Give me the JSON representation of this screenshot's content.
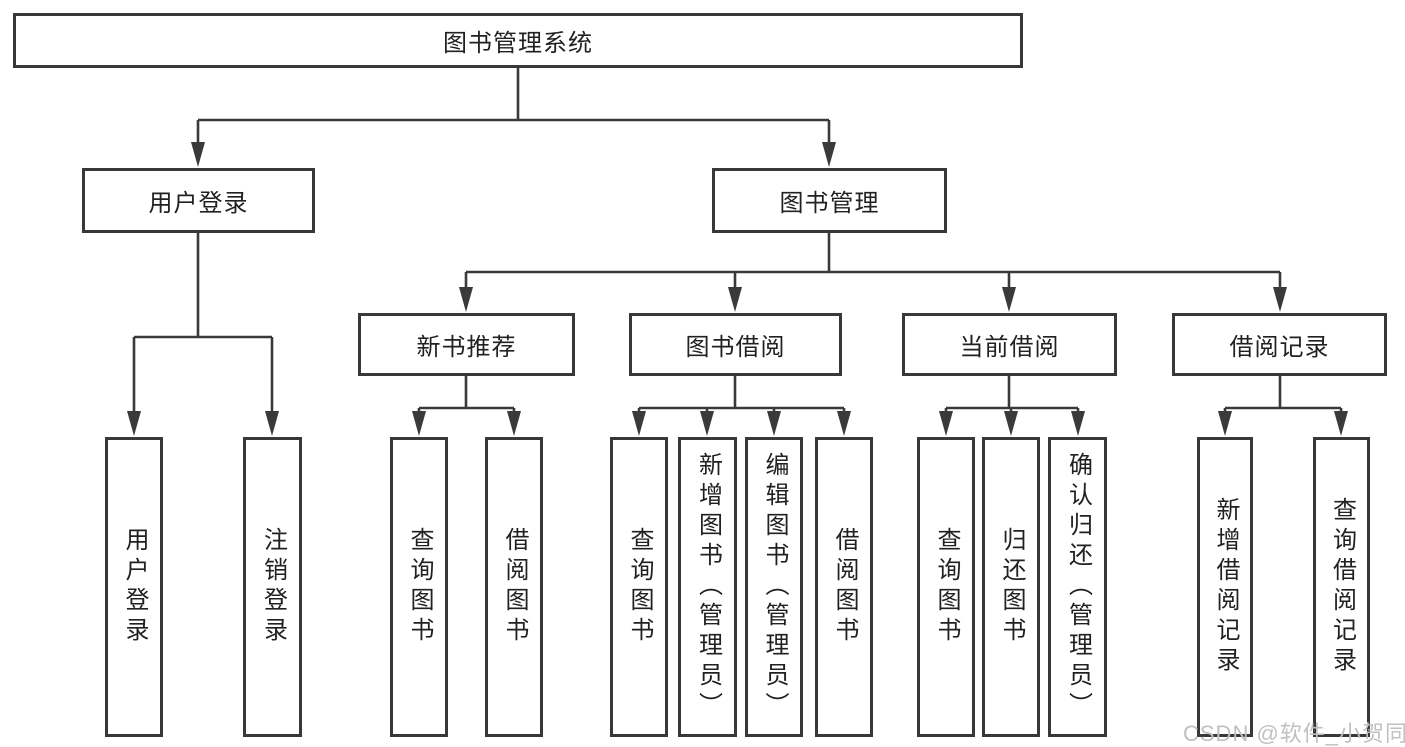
{
  "diagram": {
    "watermark": "CSDN @软件_小贺同学",
    "colors": {
      "line": "#3a3a3a",
      "border": "#383838",
      "text": "#212121",
      "watermark": "#c0c0c0",
      "background": "#ffffff"
    },
    "nodes": {
      "root": {
        "label": "图书管理系统"
      },
      "user_login": {
        "label": "用户登录"
      },
      "book_mgmt": {
        "label": "图书管理"
      },
      "new_books": {
        "label": "新书推荐"
      },
      "book_borrow": {
        "label": "图书借阅"
      },
      "current_borrow": {
        "label": "当前借阅"
      },
      "borrow_records": {
        "label": "借阅记录"
      },
      "leaf_user_login": {
        "label": "用户登录"
      },
      "leaf_logout": {
        "label": "注销登录"
      },
      "leaf_nb_query": {
        "label": "查询图书"
      },
      "leaf_nb_borrow": {
        "label": "借阅图书"
      },
      "leaf_bb_query": {
        "label": "查询图书"
      },
      "leaf_bb_add": {
        "label": "新增图书（管理员）"
      },
      "leaf_bb_edit": {
        "label": "编辑图书（管理员）"
      },
      "leaf_bb_borrow": {
        "label": "借阅图书"
      },
      "leaf_cb_query": {
        "label": "查询图书"
      },
      "leaf_cb_return": {
        "label": "归还图书"
      },
      "leaf_cb_confirm": {
        "label": "确认归还（管理员）"
      },
      "leaf_br_add": {
        "label": "新增借阅记录"
      },
      "leaf_br_query": {
        "label": "查询借阅记录"
      }
    }
  }
}
